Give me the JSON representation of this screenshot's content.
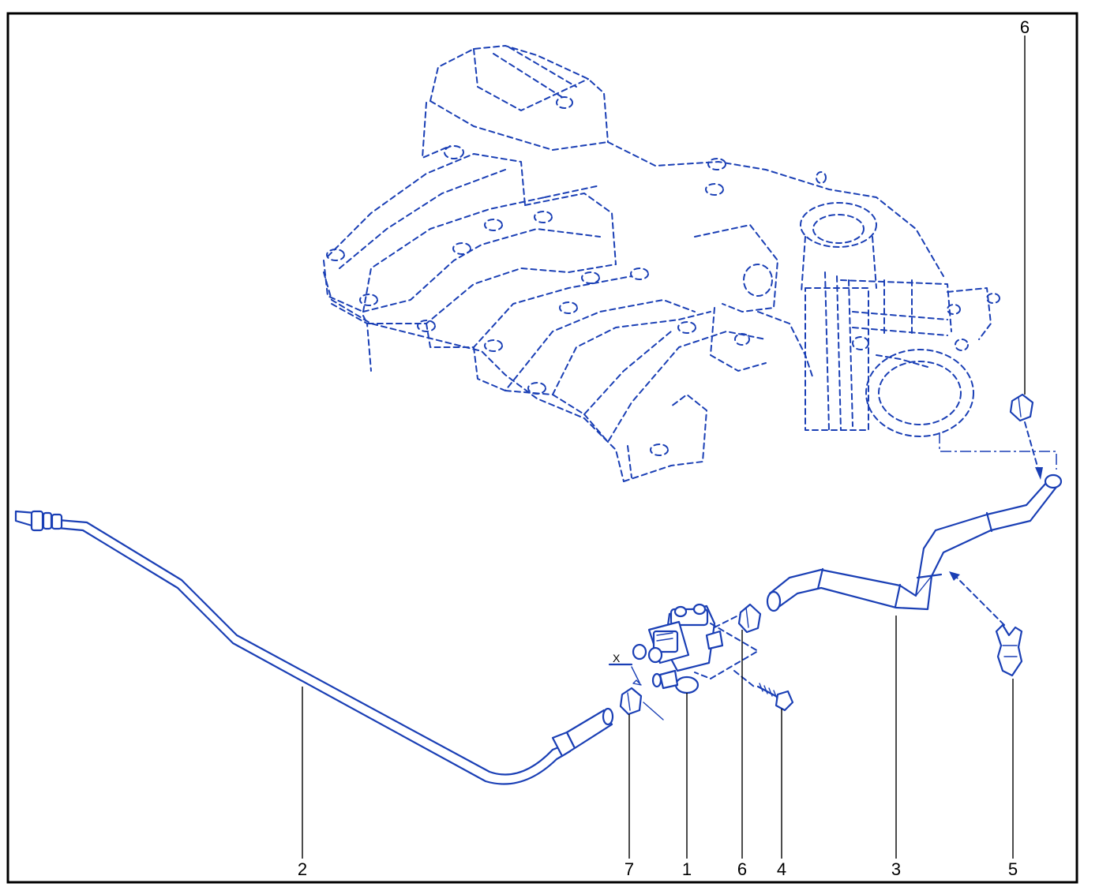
{
  "callouts": {
    "c2": "2",
    "c7": "7",
    "c1": "1",
    "c6_bottom": "6",
    "c4": "4",
    "c3": "3",
    "c5": "5",
    "c6_top": "6"
  },
  "dimension_label": "X",
  "colors": {
    "line": "#1a3fb5",
    "frame": "#000000",
    "background": "#ffffff"
  }
}
